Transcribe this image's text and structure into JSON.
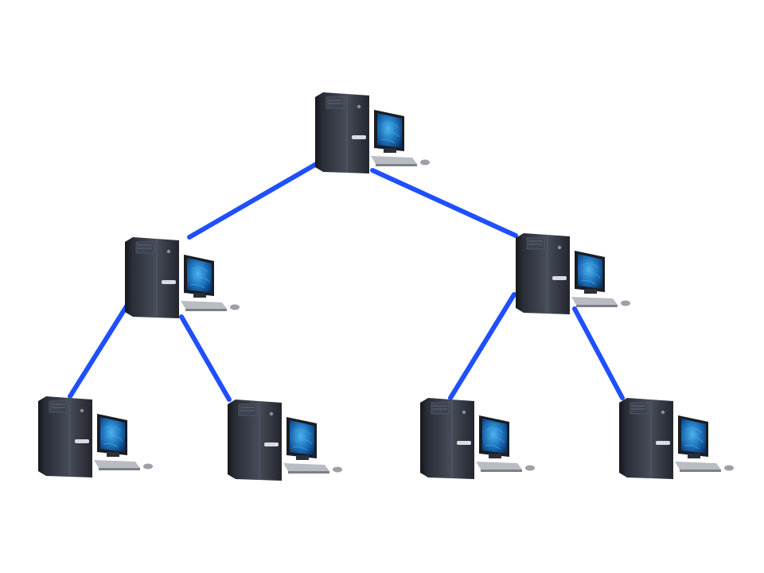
{
  "diagram": {
    "type": "tree-network-topology",
    "colors": {
      "background": "#ffffff",
      "link": "#1f4fff",
      "tower_dark": "#1c1f27",
      "tower_mid": "#3a3f4c",
      "tower_light": "#5a606e",
      "screen": "#1b6fb8",
      "screen_glow": "#3fa8e8",
      "keyboard": "#b9bcc2"
    },
    "nodes": [
      {
        "id": "root",
        "icon": "computer-workstation-icon",
        "level": 0
      },
      {
        "id": "left",
        "icon": "computer-workstation-icon",
        "level": 1
      },
      {
        "id": "right",
        "icon": "computer-workstation-icon",
        "level": 1
      },
      {
        "id": "left-left",
        "icon": "computer-workstation-icon",
        "level": 2
      },
      {
        "id": "left-right",
        "icon": "computer-workstation-icon",
        "level": 2
      },
      {
        "id": "right-left",
        "icon": "computer-workstation-icon",
        "level": 2
      },
      {
        "id": "right-right",
        "icon": "computer-workstation-icon",
        "level": 2
      }
    ],
    "edges": [
      {
        "from": "root",
        "to": "left"
      },
      {
        "from": "root",
        "to": "right"
      },
      {
        "from": "left",
        "to": "left-left"
      },
      {
        "from": "left",
        "to": "left-right"
      },
      {
        "from": "right",
        "to": "right-left"
      },
      {
        "from": "right",
        "to": "right-right"
      }
    ]
  }
}
